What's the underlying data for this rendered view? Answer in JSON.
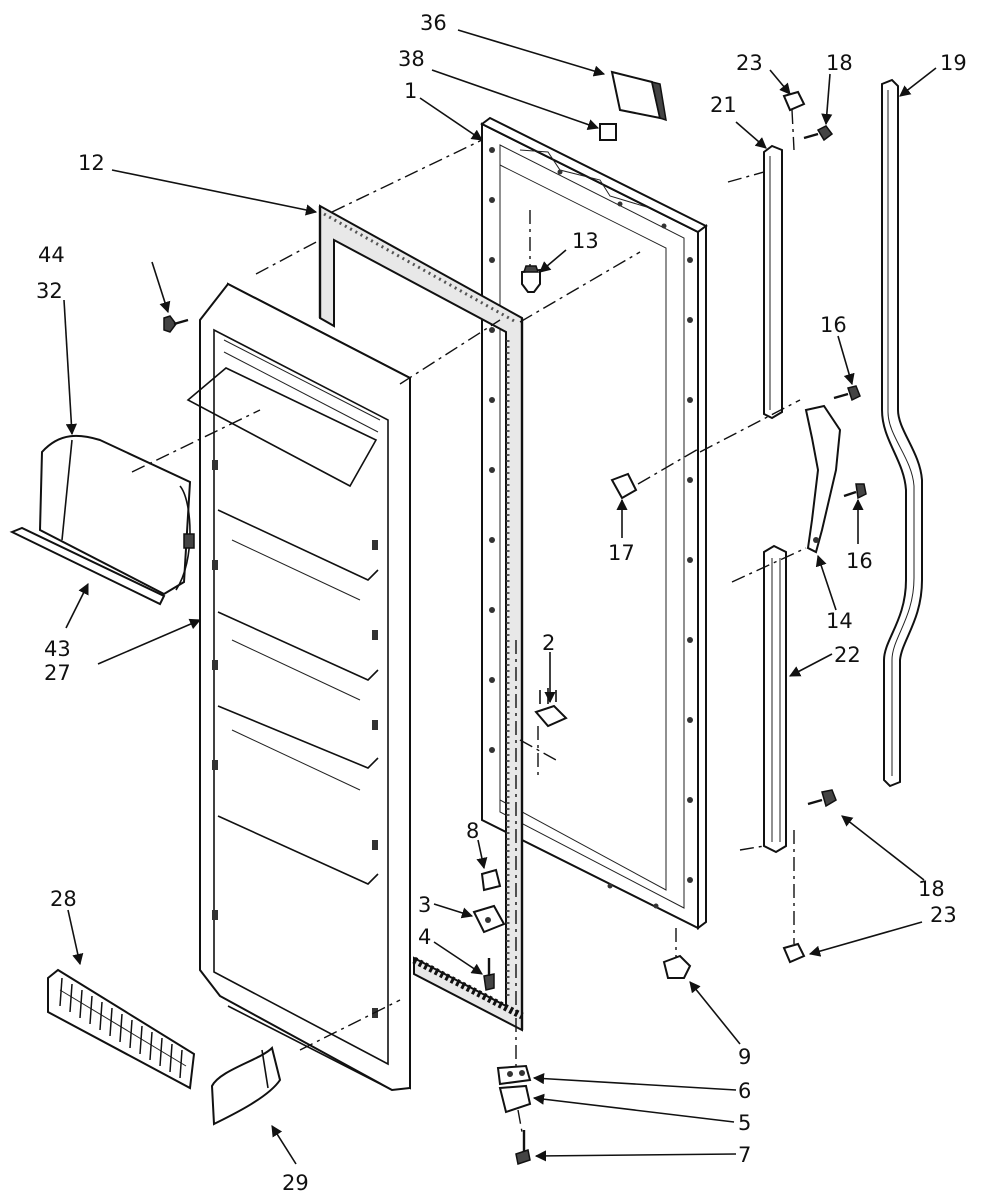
{
  "diagram": {
    "callouts": [
      "36",
      "38",
      "1",
      "23",
      "18",
      "21",
      "19",
      "12",
      "13",
      "44",
      "32",
      "16",
      "17",
      "16",
      "14",
      "2",
      "22",
      "43",
      "27",
      "8",
      "3",
      "4",
      "28",
      "18",
      "23",
      "9",
      "6",
      "5",
      "7",
      "29"
    ]
  }
}
